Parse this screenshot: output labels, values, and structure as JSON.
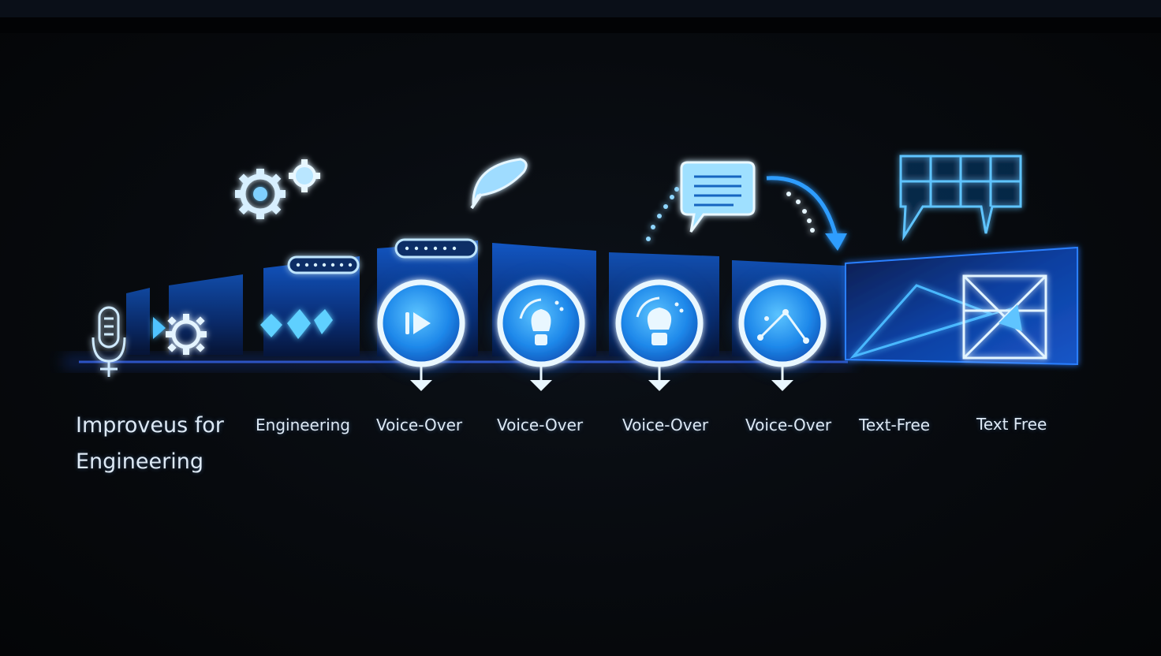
{
  "title": "Improveus for Engineering",
  "steps": [
    {
      "label": "Engineering",
      "icon": "arrows-gear-icon"
    },
    {
      "label": "Voice-Over",
      "icon": "play-icon"
    },
    {
      "label": "Voice-Over",
      "icon": "bulb-icon"
    },
    {
      "label": "Voice-Over",
      "icon": "bulb-icon"
    },
    {
      "label": "Voice-Over",
      "icon": "graph-icon"
    },
    {
      "label": "Text-Free",
      "icon": "triangle-panel-icon"
    },
    {
      "label": "Text Free",
      "icon": "grid-frame-icon"
    }
  ],
  "floating_icons": [
    "gears-icon",
    "feather-icon",
    "chat-bubble-icon",
    "curved-arrow-icon",
    "grid-speech-bubble-icon"
  ],
  "leading_icon": "microphone-icon",
  "colors": {
    "background": "#05080c",
    "glow": "#3fa9ff",
    "accent": "#1f8ff0",
    "panel": "#0b3a8c",
    "text": "#dde9f5"
  }
}
